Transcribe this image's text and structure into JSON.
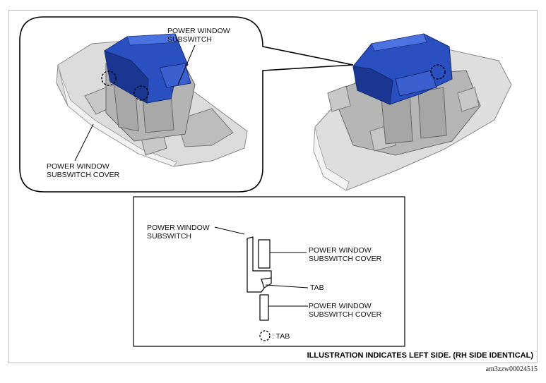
{
  "labels": {
    "subswitch": "POWER WINDOW\nSUBSWITCH",
    "cover": "POWER WINDOW\nSUBSWITCH COVER",
    "detail_subswitch": "POWER WINDOW\nSUBSWITCH",
    "detail_cover_top": "POWER WINDOW\nSUBSWITCH COVER",
    "detail_tab": "TAB",
    "detail_cover_bottom": "POWER WINDOW\nSUBSWITCH COVER",
    "legend_tab": ": TAB"
  },
  "footer": {
    "note": "ILLUSTRATION INDICATES LEFT SIDE. (RH SIDE IDENTICAL)",
    "code": "am3zzw00024515"
  },
  "colors": {
    "switch_blue": "#2a4fc0",
    "switch_blue_dark": "#1a3690",
    "cover_grey": "#d8d8d8",
    "cover_grey_dark": "#9c9c9c"
  }
}
